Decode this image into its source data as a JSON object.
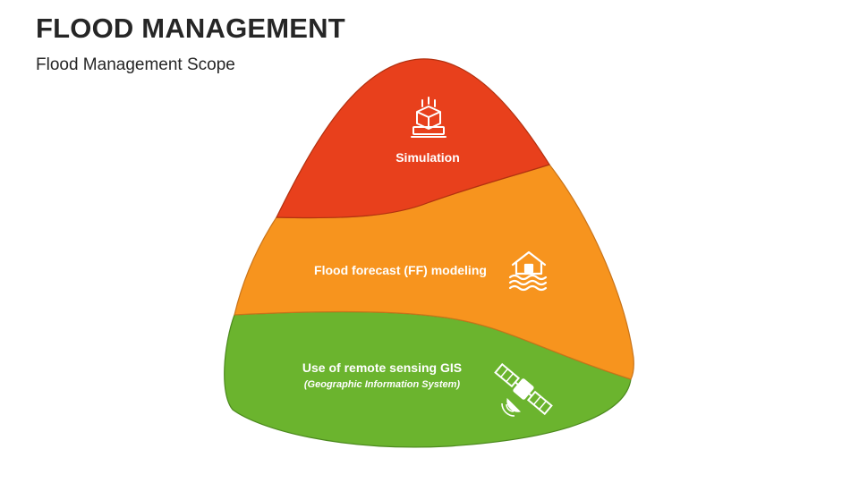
{
  "header": {
    "title": "FLOOD MANAGEMENT",
    "subtitle": "Flood Management Scope"
  },
  "colors": {
    "top": "#E8401C",
    "middle": "#F7941E",
    "bottom": "#6BB42E",
    "outline_top": "#B23110",
    "outline_middle": "#C9741A",
    "outline_bottom": "#4C8A1E"
  },
  "layers": [
    {
      "label": "Simulation",
      "icon": "computer-simulation-icon"
    },
    {
      "label": "Flood forecast (FF) modeling",
      "icon": "flooded-house-icon"
    },
    {
      "label": "Use of remote sensing GIS",
      "sublabel": "(Geographic Information System)",
      "icon": "satellite-icon"
    }
  ]
}
